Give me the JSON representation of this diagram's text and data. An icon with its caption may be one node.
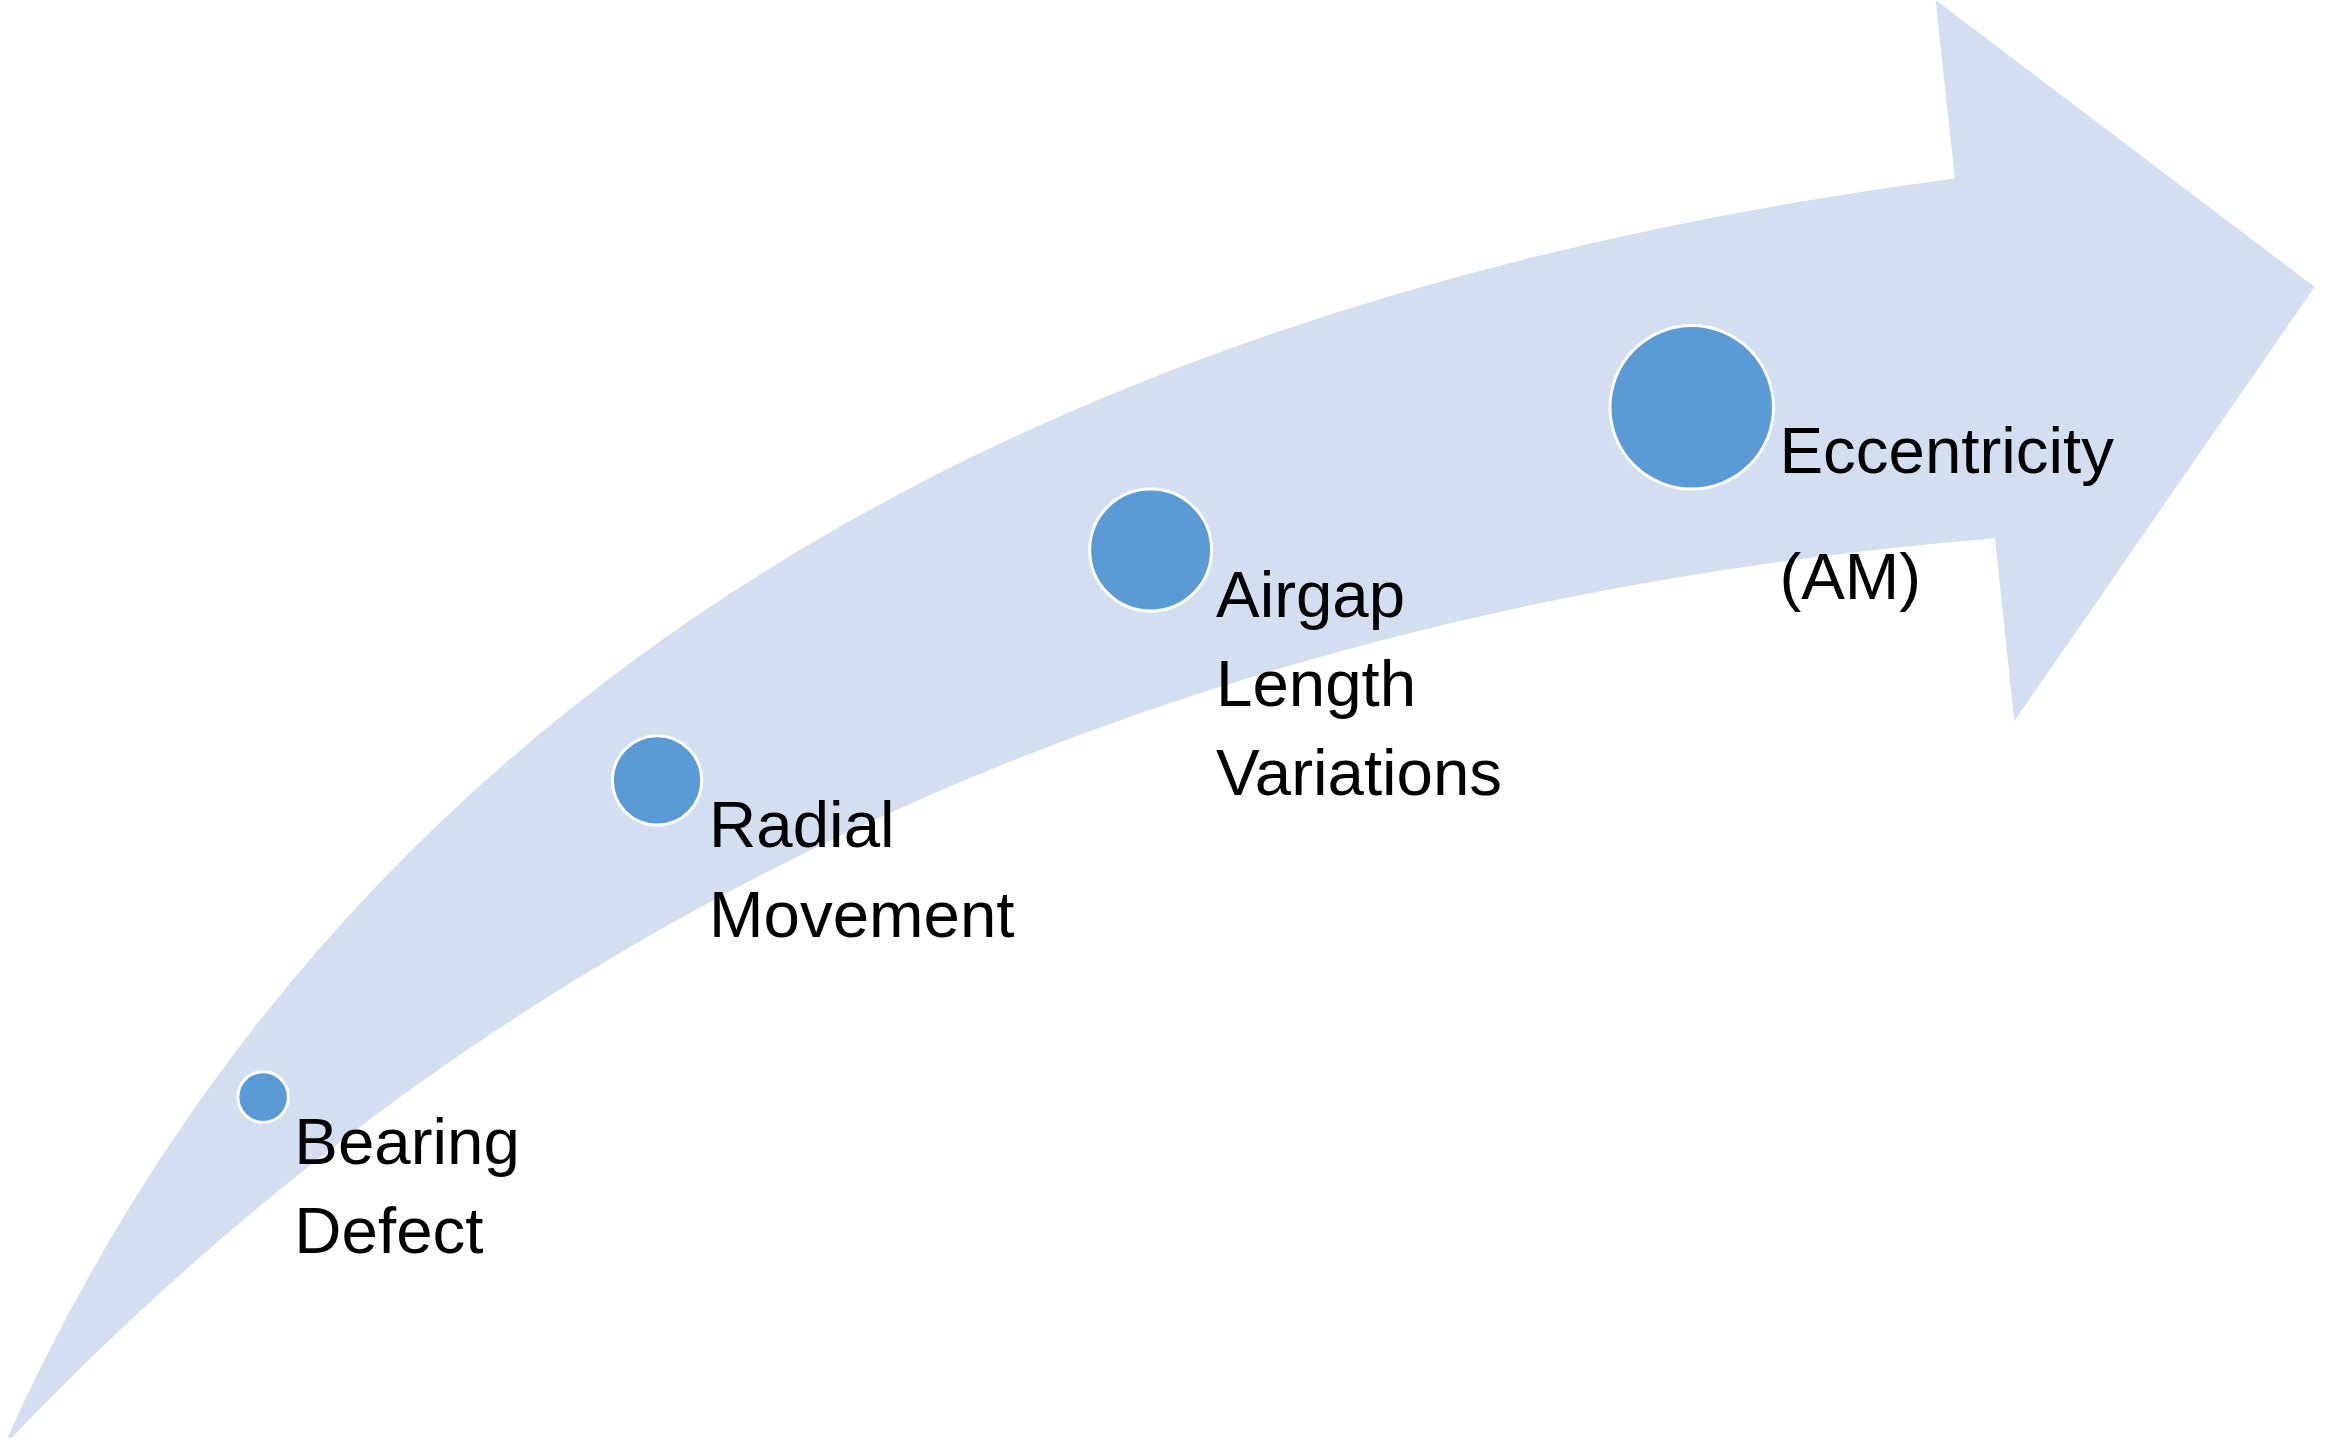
{
  "diagram": {
    "nodes": [
      {
        "text": [],
        "shape": "circle",
        "beside": [
          "Bearing Defect"
        ]
      },
      {
        "text": [],
        "shape": "circle",
        "beside": [
          "Radial Movement"
        ]
      },
      {
        "text": [],
        "shape": "circle",
        "beside": [
          "Airgap Length Variations"
        ]
      },
      {
        "text": [],
        "shape": "circle",
        "beside": [
          "Eccentricity (AM)"
        ]
      }
    ],
    "edges": []
  }
}
